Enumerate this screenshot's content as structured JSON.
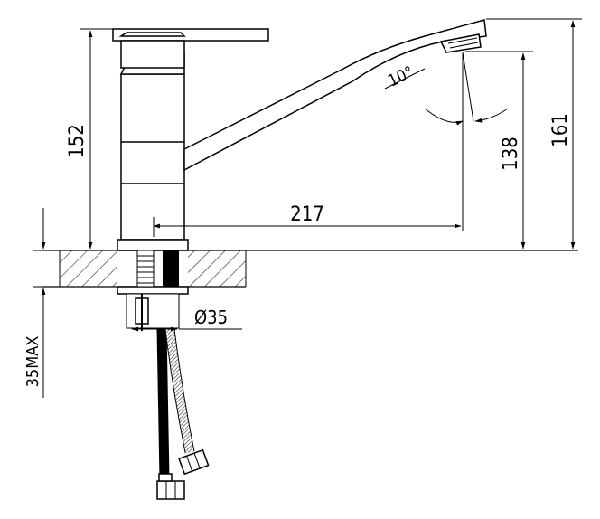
{
  "dimensions": {
    "height_body": "152",
    "height_aerator": "138",
    "height_total": "161",
    "spout_reach": "217",
    "hole_diameter": "Ø35",
    "counter_thickness": "35MAX",
    "swivel_angle": "10°"
  },
  "colors": {
    "line": "#000000",
    "background": "#ffffff"
  }
}
